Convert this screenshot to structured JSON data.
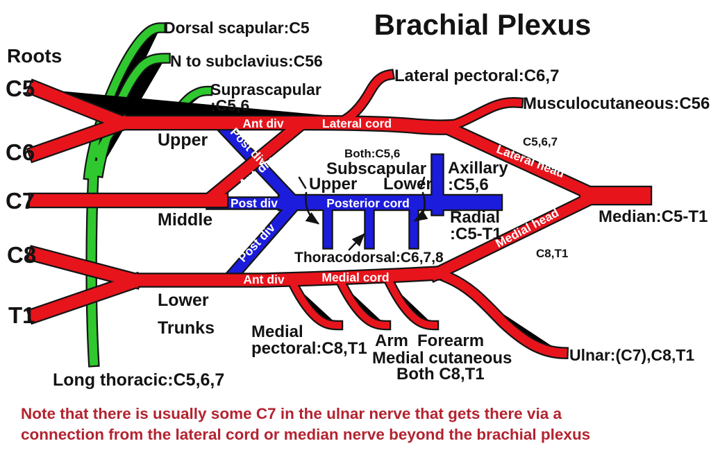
{
  "title": "Brachial Plexus",
  "colors": {
    "nerve_red": "#e8141c",
    "nerve_green": "#2fc82f",
    "nerve_blue": "#1c1cdc",
    "outline_black": "#141414",
    "label_black": "#131313",
    "note_red": "#b32330",
    "band_text_white": "#ffffff"
  },
  "roots": {
    "section_label": "Roots",
    "c5": "C5",
    "c6": "C6",
    "c7": "C7",
    "c8": "C8",
    "t1": "T1"
  },
  "trunks": {
    "upper": "Upper",
    "middle": "Middle",
    "lower": "Lower",
    "section_label": "Trunks"
  },
  "divisions": {
    "ant_div": "Ant div",
    "post_div": "Post div"
  },
  "cords": {
    "lateral": "Lateral cord",
    "posterior": "Posterior cord",
    "medial": "Medial cord"
  },
  "branches": {
    "dorsal_scapular": "Dorsal scapular:C5",
    "n_to_subclavius": "N to subclavius:C56",
    "suprascapular_line1": "Suprascapular",
    "suprascapular_line2": ":C5,6",
    "lateral_pectoral": "Lateral pectoral:C6,7",
    "musculocutaneous": "Musculocutaneous:C56",
    "long_thoracic": "Long thoracic:C5,6,7"
  },
  "posterior_branches": {
    "both_roots": "Both:C5,6",
    "subscapular": "Subscapular",
    "upper": "Upper",
    "lower": "Lower",
    "axillary_line1": "Axillary",
    "axillary_line2": ":C5,6",
    "radial_line1": "Radial",
    "radial_line2": ":C5-T1",
    "thoracodorsal": "Thoracodorsal:C6,7,8"
  },
  "medial_branches": {
    "medial_pectoral_line1": "Medial",
    "medial_pectoral_line2": "pectoral:C8,T1",
    "arm": "Arm",
    "forearm": "Forearm",
    "medial_cutaneous": "Medial cutaneous",
    "medial_cutaneous_roots": "Both C8,T1"
  },
  "terminal": {
    "lateral_head": "Lateral head",
    "medial_head": "Medial head",
    "lateral_head_roots": "C5,6,7",
    "medial_head_roots": "C8,T1",
    "median": "Median:C5-T1",
    "ulnar": "Ulnar:(C7),C8,T1"
  },
  "note": {
    "line1": "Note that there is usually some C7 in the ulnar nerve that gets there via a",
    "line2": "connection from the lateral cord or median nerve beyond the brachial plexus"
  }
}
